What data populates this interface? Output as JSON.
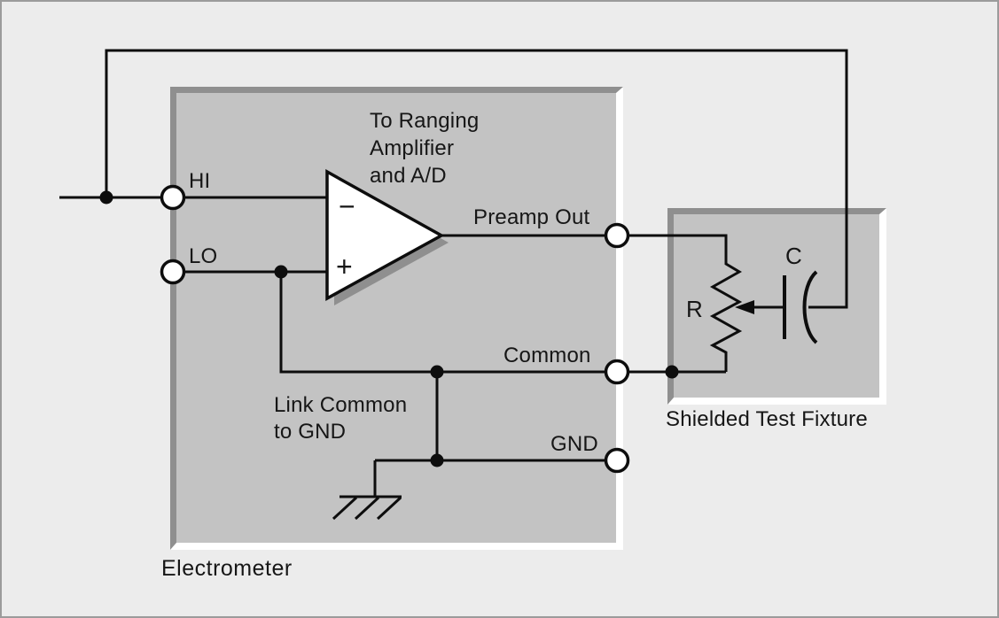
{
  "colors": {
    "background": "#ececec",
    "border": "#9b9b9b",
    "panel-fill": "#c3c3c3",
    "panel-shadow": "#8f8f8f",
    "panel-highlight": "#ffffff",
    "line": "#0d0d0d",
    "text": "#161616"
  },
  "electrometer": {
    "label": "Electrometer",
    "terminals": {
      "hi": "HI",
      "lo": "LO",
      "preamp_out": "Preamp Out",
      "common": "Common",
      "gnd": "GND"
    },
    "opamp": {
      "minus": "−",
      "plus": "+",
      "note_line1": "To Ranging",
      "note_line2": "Amplifier",
      "note_line3": "and A/D"
    },
    "link_note_line1": "Link Common",
    "link_note_line2": "to GND"
  },
  "fixture": {
    "label": "Shielded Test Fixture",
    "resistor_label": "R",
    "capacitor_label": "C"
  }
}
